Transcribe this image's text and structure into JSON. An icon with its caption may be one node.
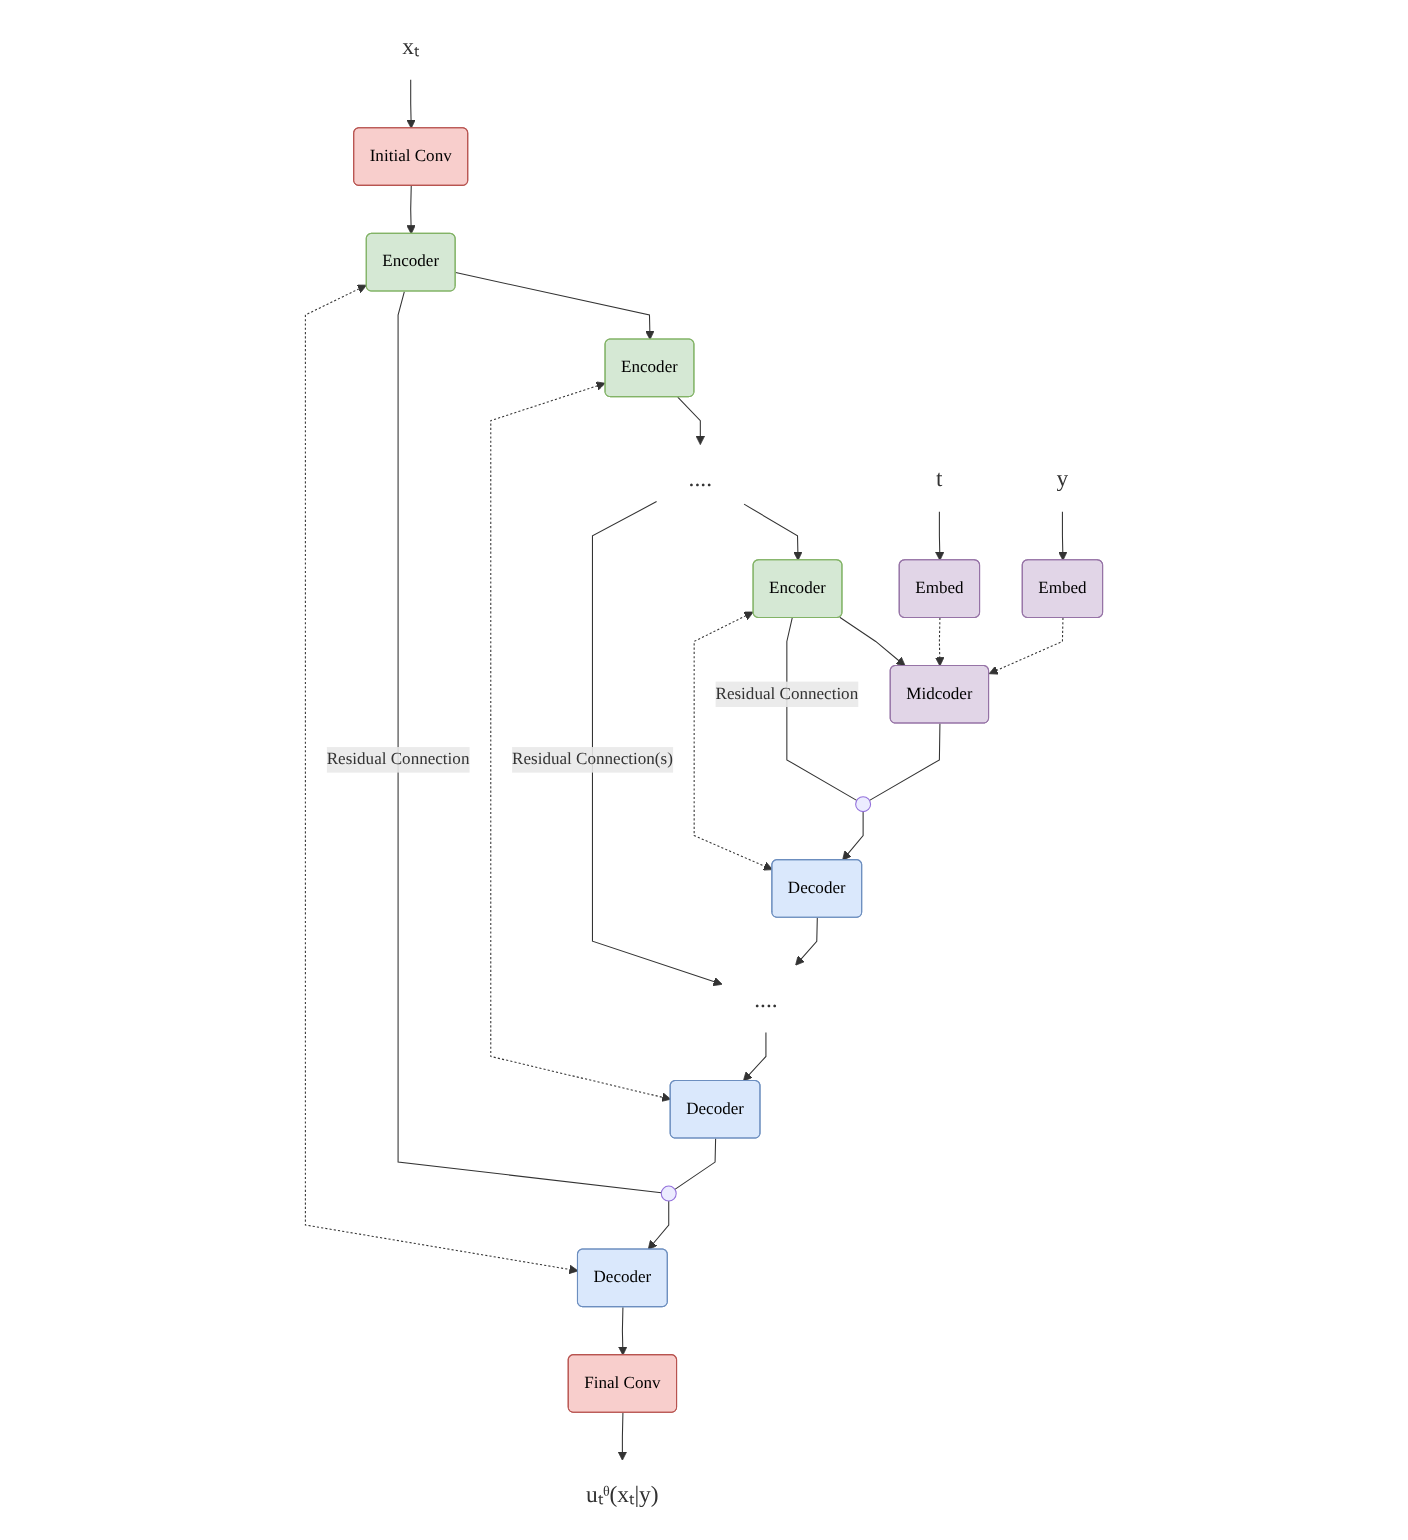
{
  "diagram": {
    "nodes": [
      {
        "text": [
          "xₜ"
        ]
      },
      {
        "text": [
          "t"
        ]
      },
      {
        "text": [
          "y"
        ]
      },
      {
        "text": [
          "uₜᶿ(xₜ|y)"
        ]
      },
      {
        "text": [
          "Initial Conv"
        ]
      },
      {
        "text": [
          "Embed"
        ]
      },
      {
        "text": [
          "Embed"
        ]
      },
      {
        "text": [
          "Final Conv"
        ]
      },
      {
        "text": [
          "Encoder"
        ]
      },
      {
        "text": [
          "Decoder"
        ]
      },
      {
        "text": [
          "Encoder"
        ]
      },
      {
        "text": [
          "Decoder"
        ]
      },
      {
        "text": [
          "...."
        ]
      },
      {
        "text": [
          "...."
        ]
      },
      {
        "text": [
          "Encoder"
        ]
      },
      {
        "text": [
          "Decoder"
        ]
      },
      {
        "text": [
          "Midcoder"
        ]
      },
      {
        "text": [],
        "shape": "circle"
      },
      {
        "text": [],
        "shape": "circle"
      }
    ],
    "edges": [
      {
        "from": 0,
        "to": 4,
        "arrow": "to"
      },
      {
        "from": 1,
        "to": 5,
        "arrow": "to"
      },
      {
        "from": 2,
        "to": 6,
        "arrow": "to"
      },
      {
        "from": 4,
        "to": 8,
        "arrow": "to"
      },
      {
        "from": 9,
        "to": 7,
        "arrow": "to"
      },
      {
        "from": 7,
        "to": 3,
        "arrow": "to"
      },
      {
        "from": 8,
        "to": 9,
        "arrow": "both",
        "style": "dashed"
      },
      {
        "from": 8,
        "to": 17,
        "arrow": "none",
        "label": "Residual Connection"
      },
      {
        "from": 8,
        "to": 10,
        "arrow": "to"
      },
      {
        "from": 11,
        "to": 17,
        "arrow": "none"
      },
      {
        "from": 17,
        "to": 9,
        "arrow": "to"
      },
      {
        "from": 10,
        "to": 11,
        "arrow": "both",
        "style": "dashed"
      },
      {
        "from": 10,
        "to": 12,
        "arrow": "to"
      },
      {
        "from": 12,
        "to": 13,
        "arrow": "to",
        "label": "Residual Connection(s)"
      },
      {
        "from": 13,
        "to": 11,
        "arrow": "to"
      },
      {
        "from": 12,
        "to": 14,
        "arrow": "to"
      },
      {
        "from": 15,
        "to": 13,
        "arrow": "to"
      },
      {
        "from": 14,
        "to": 15,
        "arrow": "both",
        "style": "dashed"
      },
      {
        "from": 14,
        "to": 18,
        "arrow": "none",
        "label": "Residual Connection"
      },
      {
        "from": 14,
        "to": 16,
        "arrow": "to"
      },
      {
        "from": 5,
        "to": 16,
        "arrow": "to",
        "style": "dashed"
      },
      {
        "from": 6,
        "to": 16,
        "arrow": "to",
        "style": "dashed"
      },
      {
        "from": 16,
        "to": 18,
        "arrow": "none"
      },
      {
        "from": 18,
        "to": 15,
        "arrow": "to"
      }
    ]
  }
}
